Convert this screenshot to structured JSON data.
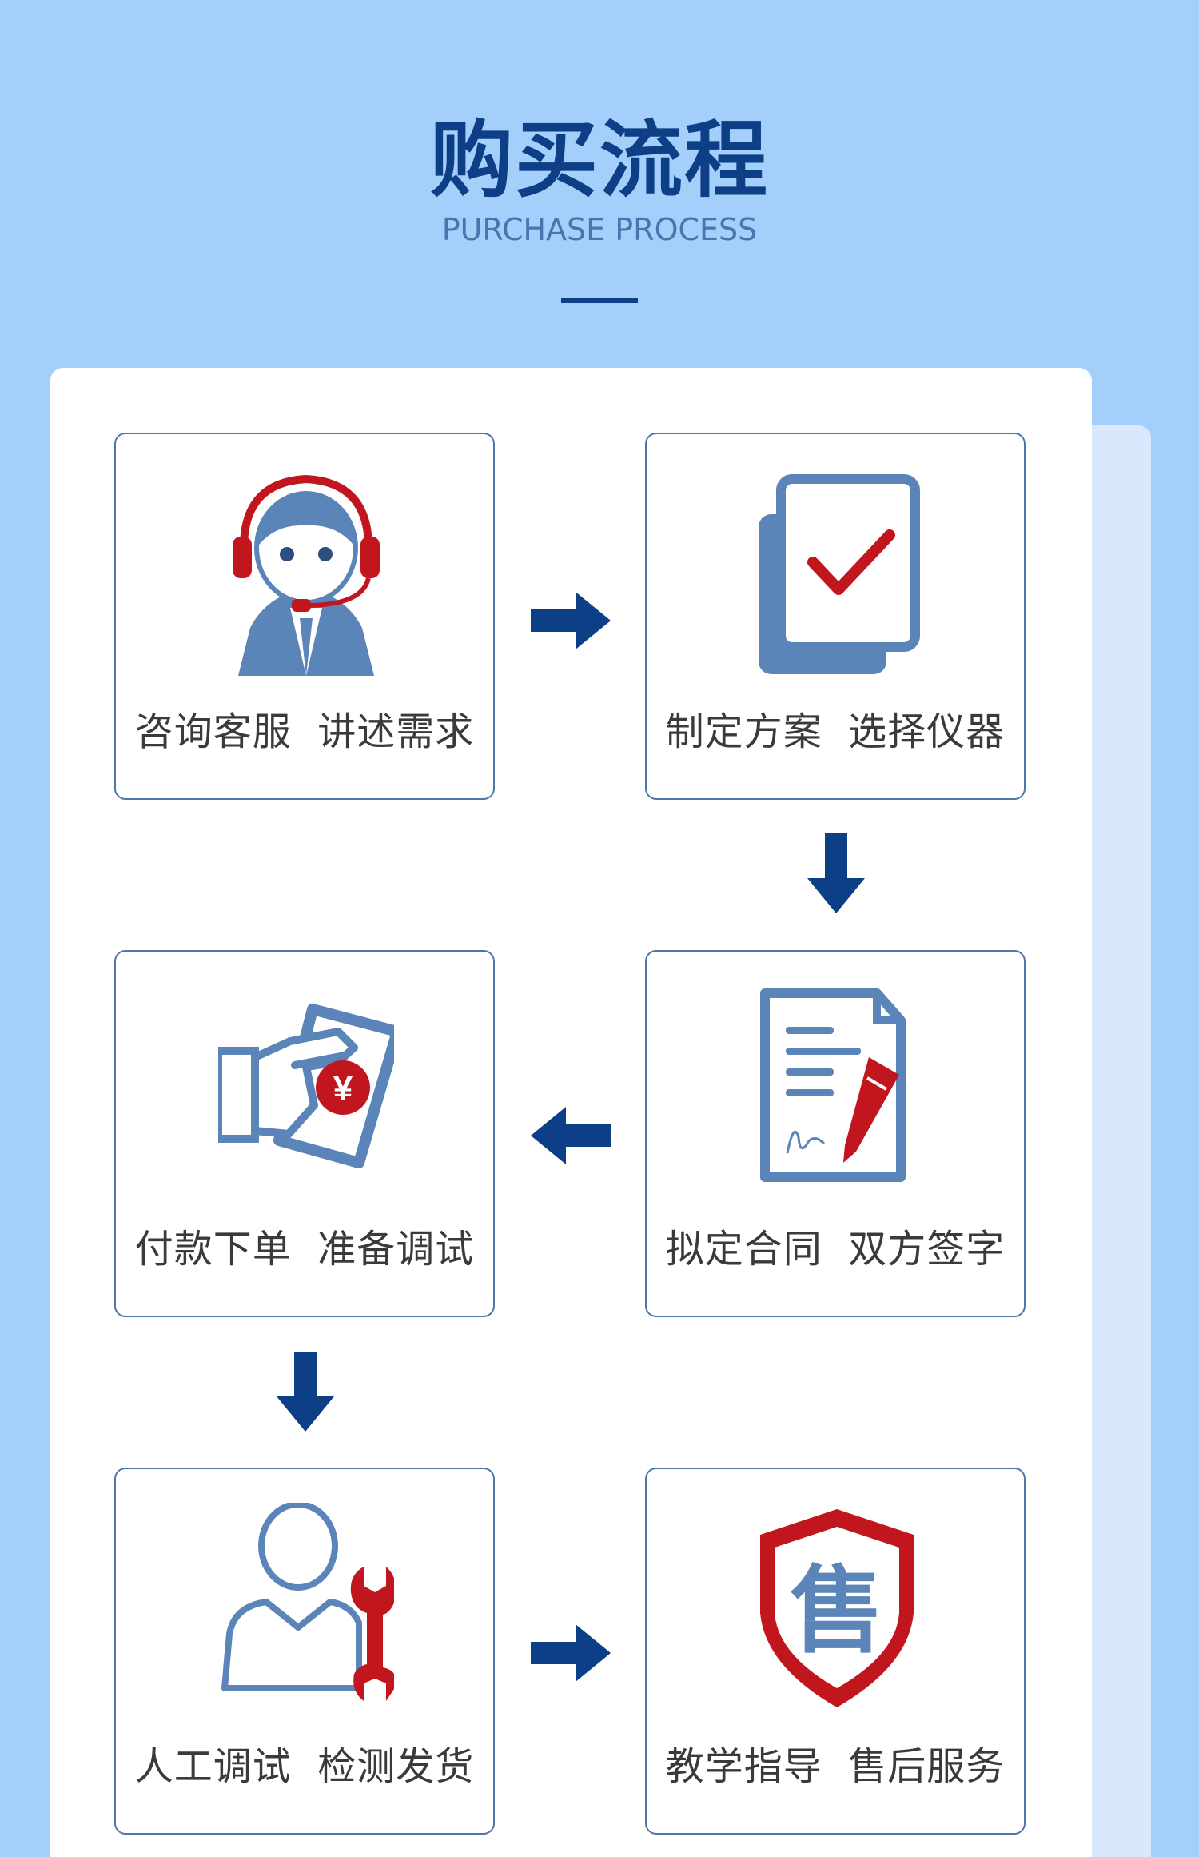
{
  "header": {
    "title": "购买流程",
    "subtitle": "PURCHASE PROCESS"
  },
  "colors": {
    "background": "#a5cffb",
    "accent_blue": "#0d3f86",
    "icon_blue": "#5b84b8",
    "icon_red": "#c2161e",
    "border": "#4d76a9"
  },
  "steps": [
    {
      "label": "咨询客服  讲述需求",
      "icon": "customer-service-icon"
    },
    {
      "label": "制定方案  选择仪器",
      "icon": "document-check-icon"
    },
    {
      "label": "拟定合同  双方签字",
      "icon": "contract-sign-icon"
    },
    {
      "label": "付款下单  准备调试",
      "icon": "payment-icon"
    },
    {
      "label": "人工调试  检测发货",
      "icon": "technician-wrench-icon"
    },
    {
      "label": "教学指导  售后服务",
      "icon": "after-sales-shield-icon"
    }
  ],
  "shield_char": "售",
  "money_char": "¥"
}
